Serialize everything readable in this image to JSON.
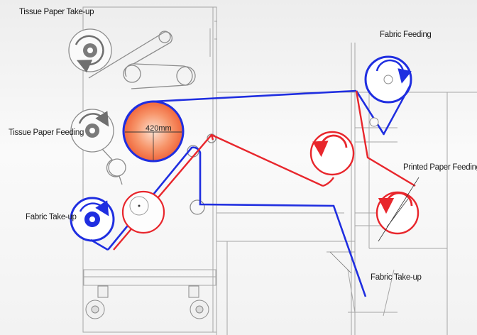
{
  "labels": {
    "tissue_take_up": "Tissue Paper Take-up",
    "tissue_feeding": "Tissue Paper Feeding",
    "fabric_take_up_left": "Fabric Take-up",
    "fabric_feeding": "Fabric Feeding",
    "printed_paper_feeding": "Printed Paper Feeding",
    "fabric_take_up_right": "Fabric Take-up",
    "drum_diameter": "420mm"
  },
  "colors": {
    "fabric_path": "#1f2ee0",
    "paper_path": "#e8262c",
    "drum_fill": "#f47a4e",
    "frame": "#9a9a9a",
    "tissue_path": "#8c8c8c"
  },
  "icons": [
    "rotation-arrow-icon",
    "roll-icon",
    "wheel-icon"
  ]
}
